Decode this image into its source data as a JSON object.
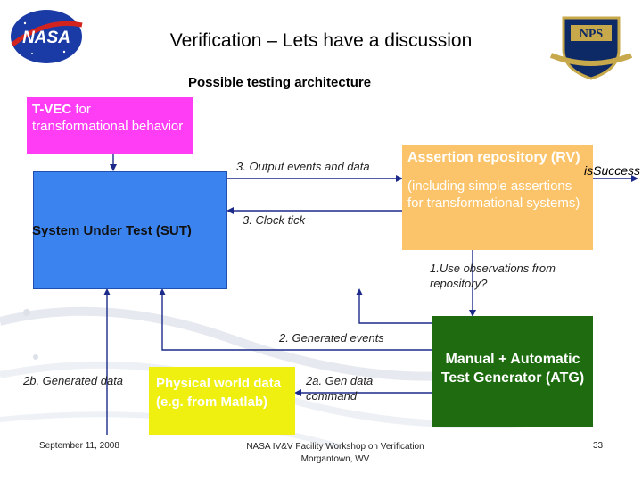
{
  "slide": {
    "title": "Verification – Lets have a discussion",
    "subtitle": "Possible testing architecture"
  },
  "boxes": {
    "tvec": {
      "bold": "T-VEC",
      "rest": " for transformational behavior"
    },
    "sut": "System Under Test (SUT)",
    "rv_title": "Assertion repository (RV)",
    "rv_desc": "(including simple assertions for transformational systems)",
    "atg": "Manual + Automatic Test Generator (ATG)",
    "physical": "Physical world data (e.g. from Matlab)"
  },
  "labels": {
    "output_events": "3. Output events and data",
    "clock_tick": "3. Clock tick",
    "is_success": "isSuccess",
    "use_observations": "1.Use observations from repository?",
    "generated_events": "2. Generated events",
    "generated_data": "2b. Generated data",
    "gen_data_command": "2a. Gen data command"
  },
  "footer": {
    "date": "September 11, 2008",
    "conference": "NASA IV&V Facility Workshop on Verification Morgantown, WV",
    "page": "33"
  },
  "logos": {
    "nasa_text": "NASA",
    "nps_text": "NPS"
  },
  "colors": {
    "tvec": "#ff3df5",
    "sut": "#3b84f0",
    "rv": "#fcc46a",
    "atg": "#1e6b10",
    "physical": "#f0f010"
  }
}
